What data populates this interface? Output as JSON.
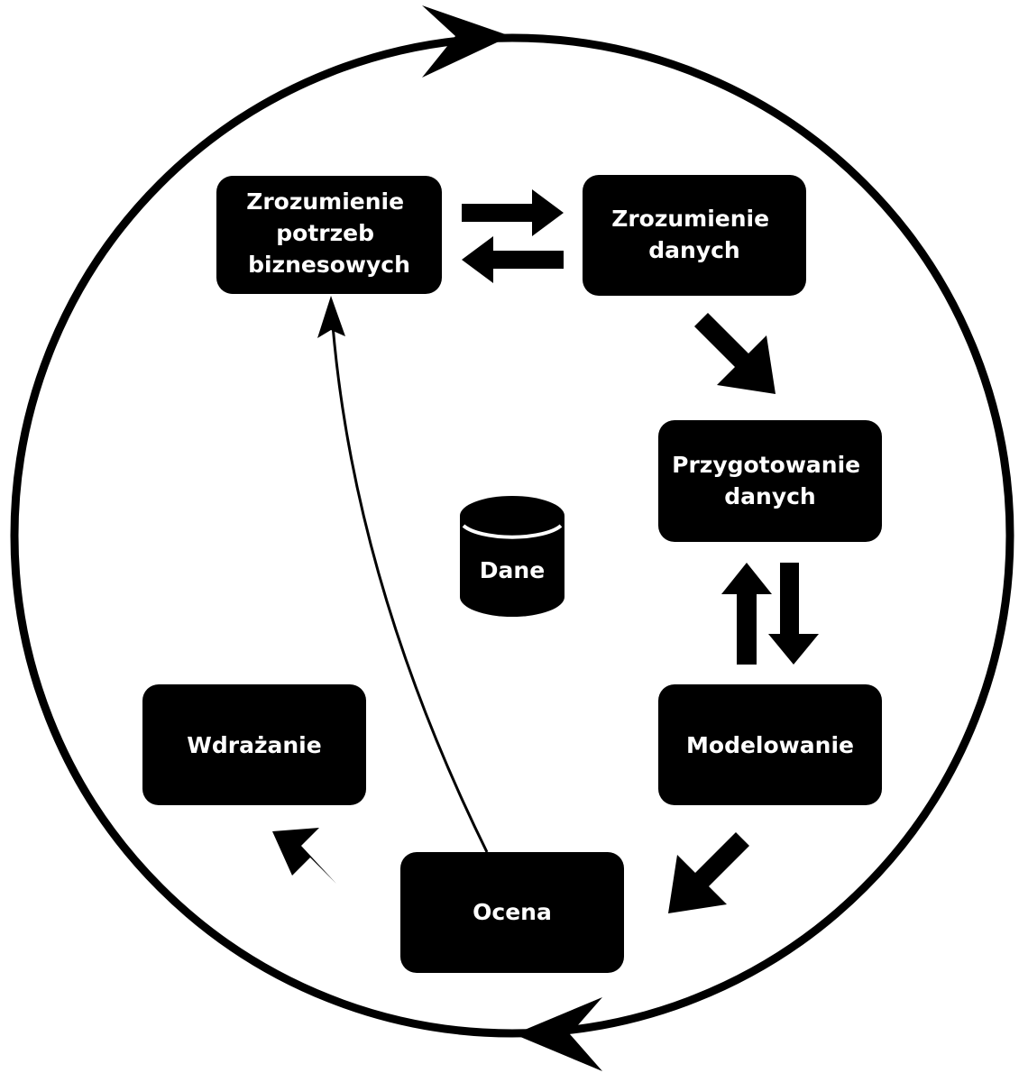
{
  "diagram": {
    "colors": {
      "background": "#ffffff",
      "foreground": "#000000",
      "text": "#ffffff"
    },
    "nodes": {
      "business_understanding": {
        "lines": [
          "Zrozumienie",
          "potrzeb",
          "biznesowych"
        ]
      },
      "data_understanding": {
        "lines": [
          "Zrozumienie",
          "danych"
        ]
      },
      "data_preparation": {
        "lines": [
          "Przygotowanie",
          "danych"
        ]
      },
      "modeling": {
        "label": "Modelowanie"
      },
      "evaluation": {
        "label": "Ocena"
      },
      "deployment": {
        "label": "Wdrażanie"
      },
      "data_store": {
        "label": "Dane"
      }
    },
    "arrows": [
      {
        "from": "business_understanding",
        "to": "data_understanding"
      },
      {
        "from": "data_understanding",
        "to": "business_understanding"
      },
      {
        "from": "data_understanding",
        "to": "data_preparation"
      },
      {
        "from": "data_preparation",
        "to": "modeling"
      },
      {
        "from": "modeling",
        "to": "data_preparation"
      },
      {
        "from": "modeling",
        "to": "evaluation"
      },
      {
        "from": "evaluation",
        "to": "deployment"
      },
      {
        "from": "evaluation",
        "to": "business_understanding"
      }
    ],
    "outer_cycle": {
      "direction": "clockwise"
    }
  }
}
